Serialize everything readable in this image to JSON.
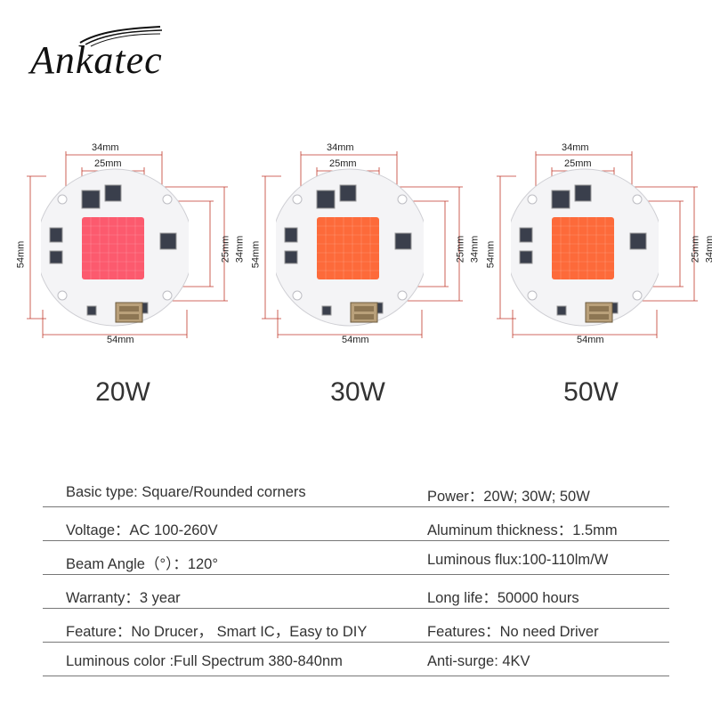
{
  "brand": {
    "name": "Ankatec"
  },
  "boards": [
    {
      "wattage": "20W",
      "dims": {
        "outer_top": "34mm",
        "inner_top": "25mm",
        "left": "54mm",
        "right_inner": "25mm",
        "right_outer": "34mm",
        "bottom": "54mm"
      },
      "colors": {
        "chip": "#fc5a6e",
        "pcb": "#f4f4f6",
        "dim_line": "#c0392b"
      }
    },
    {
      "wattage": "30W",
      "dims": {
        "outer_top": "34mm",
        "inner_top": "25mm",
        "left": "54mm",
        "right_inner": "25mm",
        "right_outer": "34mm",
        "bottom": "54mm"
      },
      "colors": {
        "chip": "#fd6a3a",
        "pcb": "#f4f4f6",
        "dim_line": "#c0392b"
      }
    },
    {
      "wattage": "50W",
      "dims": {
        "outer_top": "34mm",
        "inner_top": "25mm",
        "left": "54mm",
        "right_inner": "25mm",
        "right_outer": "34mm",
        "bottom": "54mm"
      },
      "colors": {
        "chip": "#fd6a3a",
        "pcb": "#f4f4f6",
        "dim_line": "#c0392b"
      }
    }
  ],
  "specs": [
    {
      "left": "Basic type: Square/Rounded corners",
      "right": "Power：20W; 30W; 50W"
    },
    {
      "left": "Voltage：AC 100-260V",
      "right": "Aluminum thickness：1.5mm"
    },
    {
      "left": "Beam Angle（°）：120°",
      "right": "Luminous flux:100-110lm/W"
    },
    {
      "left": "Warranty：3 year",
      "right": "Long life：50000 hours"
    },
    {
      "left": "Feature：No Drucer， Smart IC，Easy to DIY",
      "right": "Features：No need Driver"
    },
    {
      "left": "Luminous color :Full Spectrum 380-840nm",
      "right": "Anti-surge: 4KV"
    }
  ]
}
